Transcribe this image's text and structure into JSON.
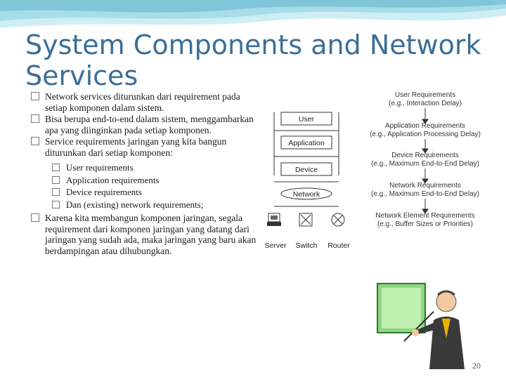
{
  "slide": {
    "title": "System Components and Network Services",
    "page_number": "20"
  },
  "bullets": [
    {
      "text": "Network services diturunkan dari requirement pada setiap komponen dalam sistem."
    },
    {
      "text": "Bisa berupa end-to-end dalam sistem, menggambarkan apa yang diinginkan pada setiap komponen."
    },
    {
      "text": "Service requirements jaringan yang kita bangun diturunkan dari setiap komponen:"
    }
  ],
  "sub_bullets": [
    {
      "text": "User requirements"
    },
    {
      "text": "Application requirements"
    },
    {
      "text": "Device requirements"
    },
    {
      "text": "Dan (existing) network requirements;"
    }
  ],
  "last_bullet": {
    "text": "Karena kita membangun komponen jaringan, segala requirement dari komponen jaringan yang datang dari jaringan yang sudah ada, maka jaringan yang baru akan berdampingan atau dihubungkan."
  },
  "diagram": {
    "stack": [
      "User",
      "Application",
      "Device",
      "Network"
    ],
    "requirements": [
      {
        "title": "User Requirements",
        "example": "(e.g., Interaction Delay)"
      },
      {
        "title": "Application Requirements",
        "example": "(e.g., Application Processing Delay)"
      },
      {
        "title": "Device Requirements",
        "example": "(e.g., Maximum End-to-End Delay)"
      },
      {
        "title": "Network Requirements",
        "example": "(e.g., Maximum End-to-End Delay)"
      },
      {
        "title": "Network Element Requirements",
        "example": "(e.g., Buffer Sizes or Priorities)"
      }
    ],
    "elements": [
      "Server",
      "Switch",
      "Router"
    ]
  },
  "colors": {
    "title": "#3b6e96",
    "wave": "#a8dce8"
  }
}
